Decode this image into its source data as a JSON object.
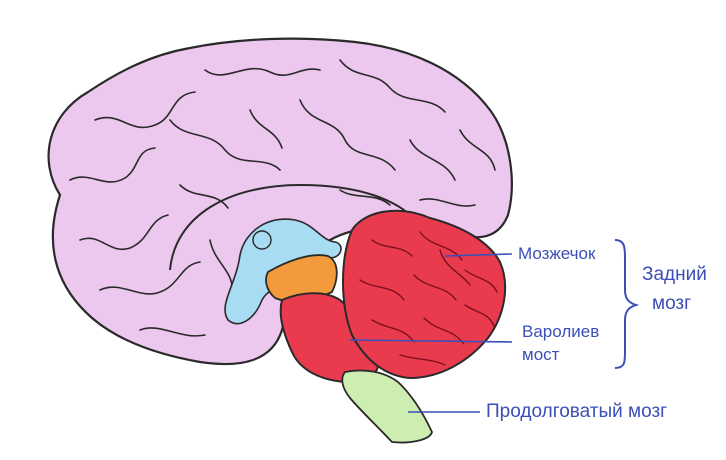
{
  "labels": {
    "cerebellum": "Мозжечок",
    "pons_line1": "Варолиев",
    "pons_line2": "мост",
    "hindbrain_line1": "Задний",
    "hindbrain_line2": "мозг",
    "medulla": "Продолговатый мозг"
  },
  "colors": {
    "cerebrum": "#ecc8ef",
    "ventricle": "#a8dcf2",
    "midbrain": "#f39a3c",
    "cerebellum": "#ea3b4e",
    "pons": "#ea3b4e",
    "medulla": "#cdeeb0",
    "label": "#3a4fb8",
    "outline": "#2a2a2a"
  }
}
